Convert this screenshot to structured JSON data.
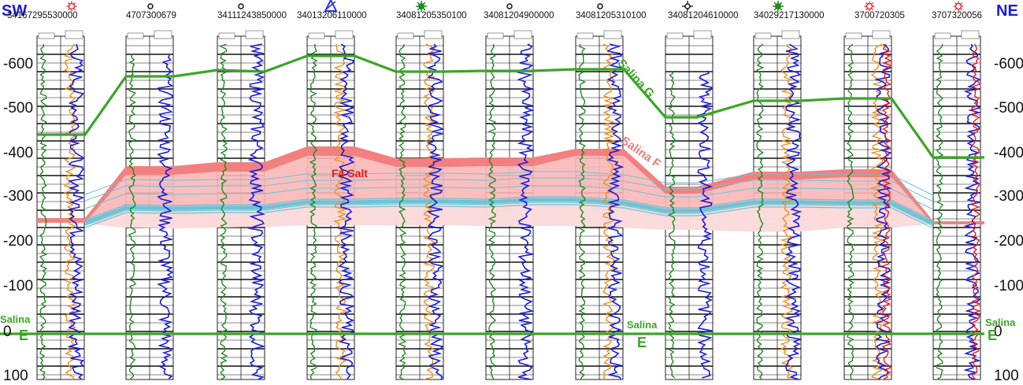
{
  "labels": {
    "sw": "SW",
    "ne": "NE",
    "salina_g": "Salina G",
    "salina_f": "Salina F",
    "f4_salt": "F4 Salt",
    "salina_e_left": "Salina",
    "salina_e_left_sub": "E",
    "salina_e_mid": "Salina",
    "salina_e_mid_sub": "E",
    "salina_e_right": "Salina",
    "salina_e_right_sub": "E"
  },
  "depth_ticks": [
    "-600",
    "-500",
    "-400",
    "-300",
    "-200",
    "-100",
    "0",
    "100"
  ],
  "wells": [
    {
      "uwi": "34167295530000",
      "symbol": "gas",
      "symbol_color": "#e03030"
    },
    {
      "uwi": "4707300679",
      "symbol": "circle",
      "symbol_color": "#111111"
    },
    {
      "uwi": "34111243850000",
      "symbol": "circle",
      "symbol_color": "#111111"
    },
    {
      "uwi": "34013206110000",
      "symbol": "triangle",
      "symbol_color": "#2a3adc"
    },
    {
      "uwi": "34081205350100",
      "symbol": "oil",
      "symbol_color": "#1e8c1e"
    },
    {
      "uwi": "34081204900000",
      "symbol": "circle",
      "symbol_color": "#111111"
    },
    {
      "uwi": "34081205310100",
      "symbol": "circle",
      "symbol_color": "#111111"
    },
    {
      "uwi": "34081204610000",
      "symbol": "dry-gas",
      "symbol_color": "#111111"
    },
    {
      "uwi": "34029217130000",
      "symbol": "oil",
      "symbol_color": "#1e8c1e"
    },
    {
      "uwi": "3700720305",
      "symbol": "gas",
      "symbol_color": "#e03030"
    },
    {
      "uwi": "3707320056",
      "symbol": "gas",
      "symbol_color": "#e03030"
    }
  ],
  "colors": {
    "salina_g_line": "#3aa626",
    "salina_e_line": "#3aa626",
    "salina_f_band": "#f27c7c",
    "f4_salt_fill": "#f9b7b7",
    "lower_salt_fill": "#fbdcdc",
    "blue_marker": "#6cc3d5",
    "gamma_ray_curve": "#1f8a1f",
    "resistivity_curve": "#1a1adc",
    "density_curve": "#f28c1a",
    "red_curve": "#e01b1b",
    "direction_label": "#1a1adc",
    "f4_salt_label": "#e01b1b",
    "salina_f_label": "#f07a7a"
  }
}
